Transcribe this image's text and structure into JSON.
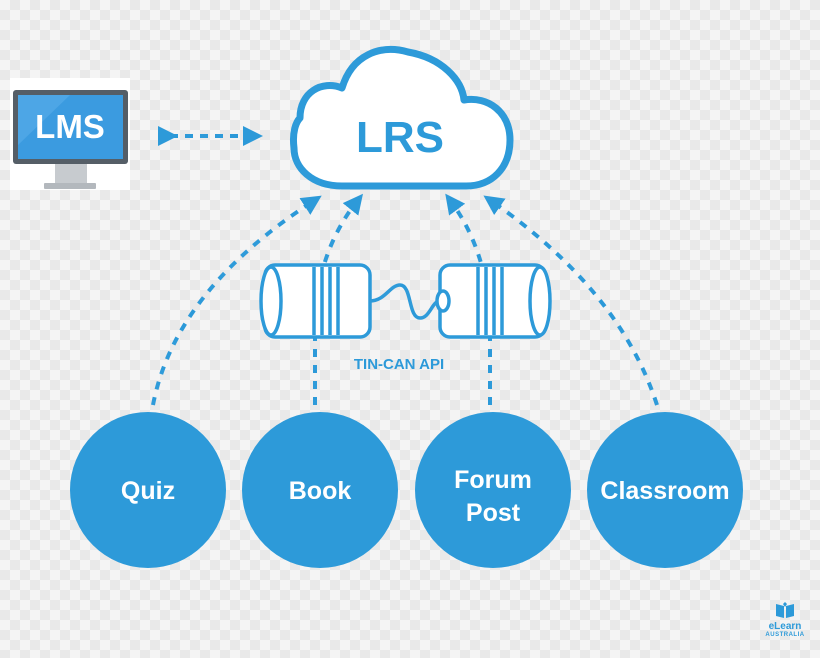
{
  "diagram": {
    "center": "LRS",
    "left": "LMS",
    "connector": "TIN-CAN API",
    "sources": [
      "Quiz",
      "Book",
      "Forum",
      "Post",
      "Classroom"
    ]
  },
  "logo": {
    "name": "eLearn",
    "sub": "AUSTRALIA"
  },
  "colors": {
    "accent": "#2d9ad9",
    "node_fill": "#2d9ad9",
    "monitor_frame": "#555e67",
    "monitor_screen": "#3b9be0"
  }
}
